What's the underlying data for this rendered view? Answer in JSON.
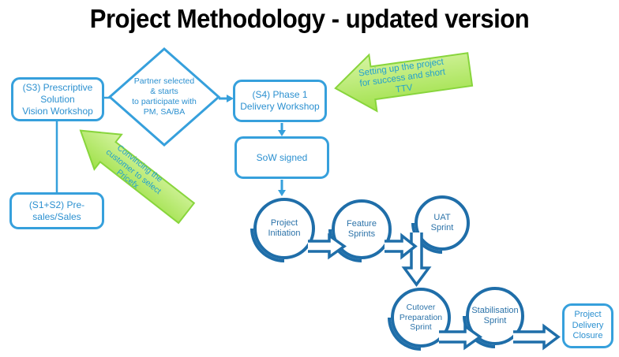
{
  "title": "Project Methodology - updated version",
  "colors": {
    "light_blue": "#36a0dc",
    "light_blue_text": "#2b90d0",
    "dark_blue": "#1f6ea9",
    "dark_blue_text": "#2c73a9",
    "green_fill_top": "#d6f4a3",
    "green_fill_bottom": "#a0e14a",
    "green_edge": "#88d53c",
    "green_arrow_text": "#23a0cd",
    "title_text": "#000000"
  },
  "nodes": {
    "s3": {
      "label": "(S3) Prescriptive\nSolution\nVision Workshop"
    },
    "s1s2": {
      "label": "(S1+S2) Pre-\nsales/Sales"
    },
    "partner_diamond": {
      "label": "Partner selected\n& starts\nto participate with\nPM, SA/BA"
    },
    "s4": {
      "label": "(S4) Phase 1\nDelivery Workshop"
    },
    "sow": {
      "label": "SoW signed"
    },
    "closure": {
      "label": "Project\nDelivery\nClosure"
    }
  },
  "sprints": [
    {
      "label": "Project\nInitiation"
    },
    {
      "label": "Feature\nSprints"
    },
    {
      "label": "UAT\nSprint"
    },
    {
      "label": "Cutover\nPreparation\nSprint"
    },
    {
      "label": "Stabilisation\nSprint"
    }
  ],
  "callouts": {
    "ttv": {
      "label": "Setting up the project\nfor success and short\nTTV"
    },
    "pricefx": {
      "label": "Convincing the\ncustomer to select\nPricefx"
    }
  }
}
